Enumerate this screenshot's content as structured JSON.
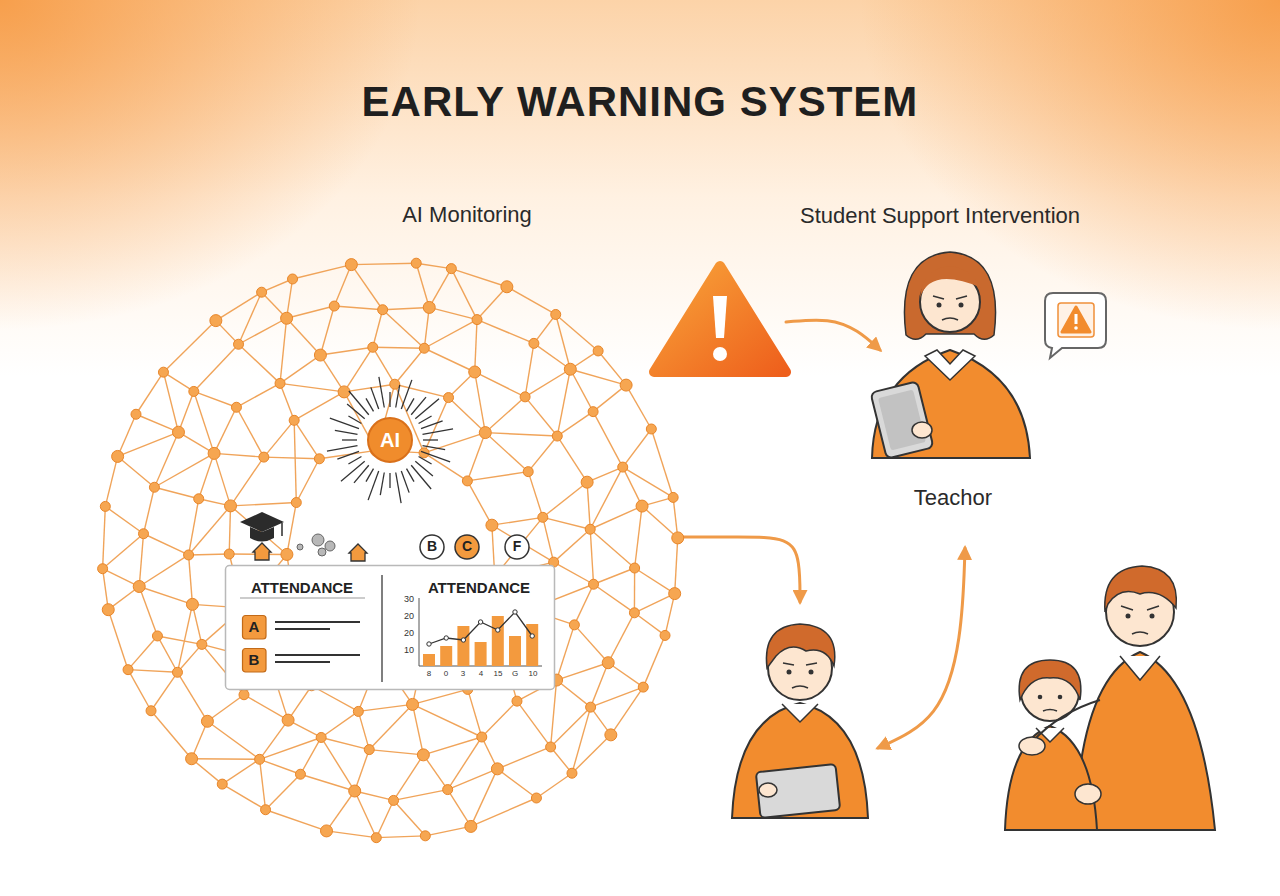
{
  "diagram": {
    "title": "EARLY WARNING SYSTEM",
    "nodes": [
      {
        "text": [
          "AI Monitoring"
        ]
      },
      {
        "text": [
          "AI"
        ],
        "in": 0
      },
      {
        "text": [
          "B"
        ],
        "in": 0
      },
      {
        "text": [
          "C"
        ],
        "in": 0
      },
      {
        "text": [
          "F"
        ],
        "in": 0
      },
      {
        "text": [
          "ATTENDANCE",
          "ATTENDANCE"
        ],
        "in": 0
      },
      {
        "text": [
          "A"
        ],
        "in": 5
      },
      {
        "text": [
          "B"
        ],
        "in": 5
      },
      {
        "text": [
          "Teachor"
        ]
      }
    ],
    "labels": [
      "Student Support Intervention",
      "30",
      "20",
      "20",
      "10",
      "8",
      "0",
      "3",
      "4",
      "15",
      "G",
      "10"
    ]
  }
}
